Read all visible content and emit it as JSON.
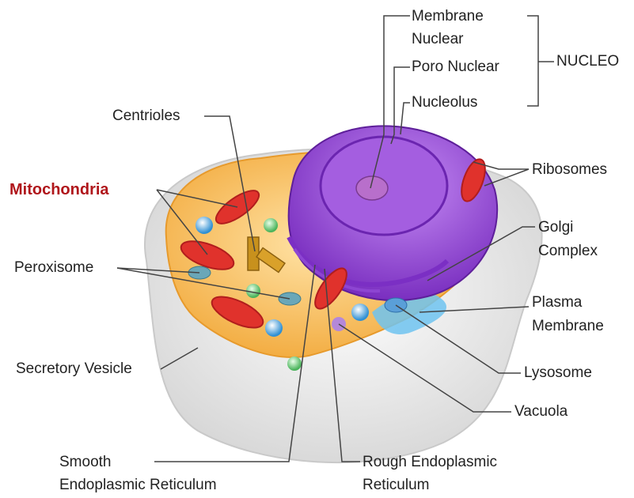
{
  "labels": {
    "membrane_nuclear_1": "Membrane",
    "membrane_nuclear_2": "Nuclear",
    "poro_nuclear": "Poro Nuclear",
    "nucleolus": "Nucleolus",
    "nucleo": "NUCLEO",
    "centrioles": "Centrioles",
    "ribosomes": "Ribosomes",
    "mitochondria": "Mitochondria",
    "golgi_1": "Golgi",
    "golgi_2": "Complex",
    "peroxisome": "Peroxisome",
    "plasma_1": "Plasma",
    "plasma_2": "Membrane",
    "secretory_vesicle": "Secretory Vesicle",
    "lysosome": "Lysosome",
    "vacuola": "Vacuola",
    "smooth_er_1": "Smooth",
    "smooth_er_2": "Endoplasmic Reticulum",
    "rough_er_1": "Rough Endoplasmic",
    "rough_er_2": "Reticulum"
  },
  "colors": {
    "mitochondria_label": "#b0161b",
    "cytoplasm": "#f6b24a",
    "nucleus": "#9b4fd6",
    "mitochondria": "#d92a2a",
    "vesicle": "#4aa9e0",
    "outer_membrane": "#e4e4e4"
  }
}
